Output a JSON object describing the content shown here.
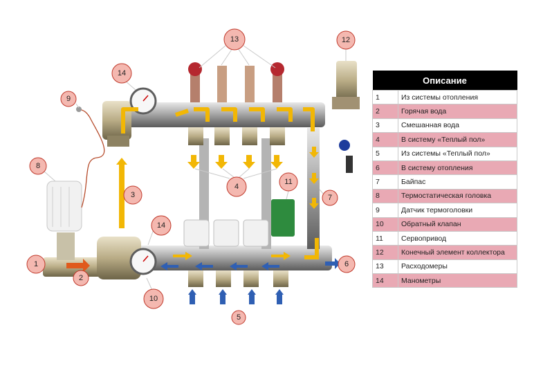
{
  "legend": {
    "title": "Описание",
    "items": [
      {
        "num": "1",
        "text": "Из системы отопления"
      },
      {
        "num": "2",
        "text": "Горячая вода"
      },
      {
        "num": "3",
        "text": "Смешанная вода"
      },
      {
        "num": "4",
        "text": "В систему «Теплый пол»"
      },
      {
        "num": "5",
        "text": "Из системы «Теплый пол»"
      },
      {
        "num": "6",
        "text": "В систему отопления"
      },
      {
        "num": "7",
        "text": "Байпас"
      },
      {
        "num": "8",
        "text": "Термостатическая головка"
      },
      {
        "num": "9",
        "text": "Датчик термоголовки"
      },
      {
        "num": "10",
        "text": "Обратный клапан"
      },
      {
        "num": "11",
        "text": "Сервопривод"
      },
      {
        "num": "12",
        "text": "Конечный элемент коллектора"
      },
      {
        "num": "13",
        "text": "Расходомеры"
      },
      {
        "num": "14",
        "text": "Манометры"
      }
    ]
  },
  "diagram": {
    "callouts": {
      "c1": "1",
      "c2": "2",
      "c3": "3",
      "c4": "4",
      "c5": "5",
      "c6": "6",
      "c7": "7",
      "c8": "8",
      "c9": "9",
      "c10": "10",
      "c11": "11",
      "c12": "12",
      "c13": "13",
      "c14a": "14",
      "c14b": "14"
    }
  },
  "colors": {
    "callout_fill": "#f4b8b0",
    "callout_stroke": "#c0392b",
    "yellow_arrow": "#f2b705",
    "blue_arrow": "#2f5fb3",
    "red_arrow": "#e05a1c",
    "legend_row_alt": "#e9a9b4"
  }
}
